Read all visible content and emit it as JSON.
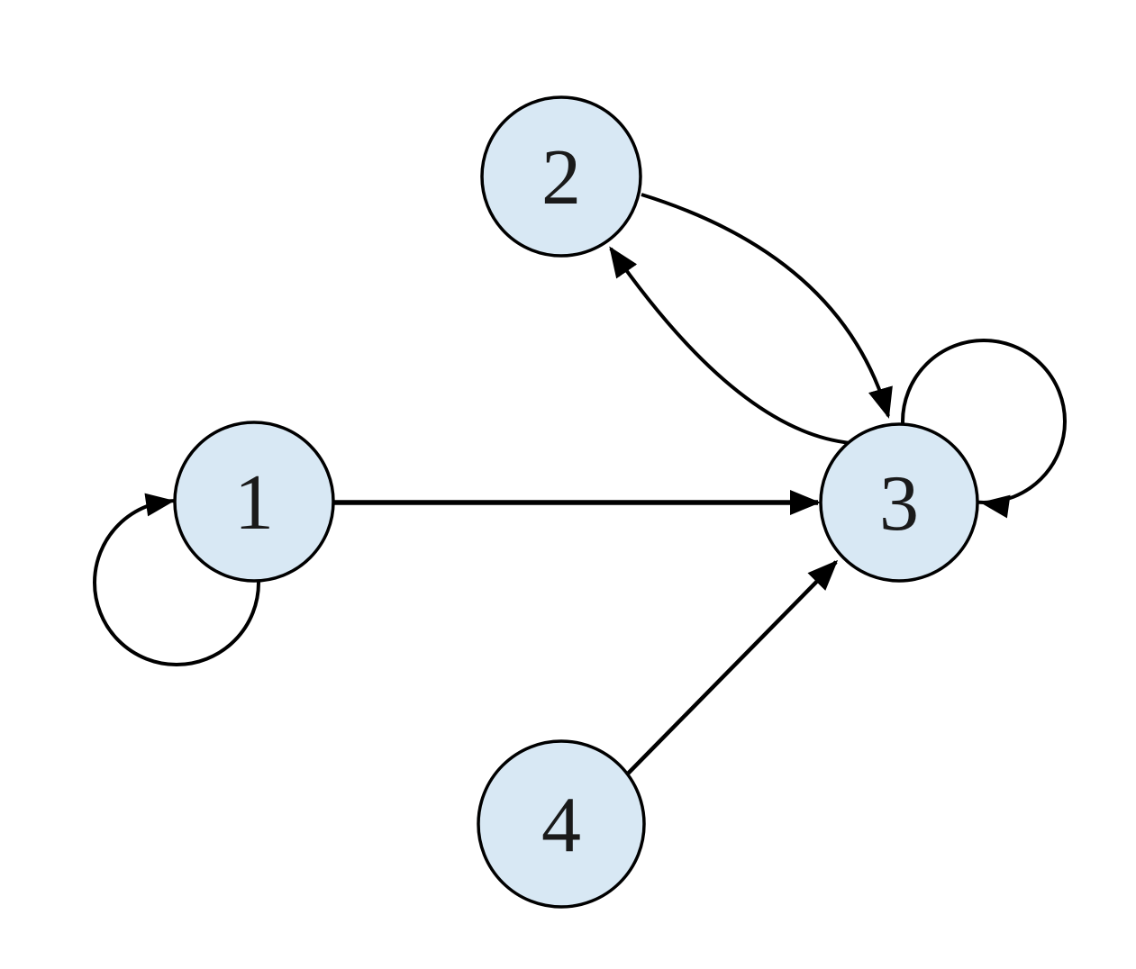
{
  "diagram": {
    "type": "directed-graph",
    "background_color": "#ffffff",
    "node_fill_color": "#d8e8f4",
    "node_stroke_color": "#000000",
    "edge_color": "#000000",
    "nodes": [
      {
        "id": "1",
        "label": "1"
      },
      {
        "id": "2",
        "label": "2"
      },
      {
        "id": "3",
        "label": "3"
      },
      {
        "id": "4",
        "label": "4"
      }
    ],
    "edges": [
      {
        "from": "1",
        "to": "1",
        "type": "self-loop"
      },
      {
        "from": "1",
        "to": "3",
        "type": "straight"
      },
      {
        "from": "2",
        "to": "3",
        "type": "curved"
      },
      {
        "from": "3",
        "to": "2",
        "type": "curved"
      },
      {
        "from": "3",
        "to": "3",
        "type": "self-loop"
      },
      {
        "from": "4",
        "to": "3",
        "type": "straight"
      }
    ]
  }
}
